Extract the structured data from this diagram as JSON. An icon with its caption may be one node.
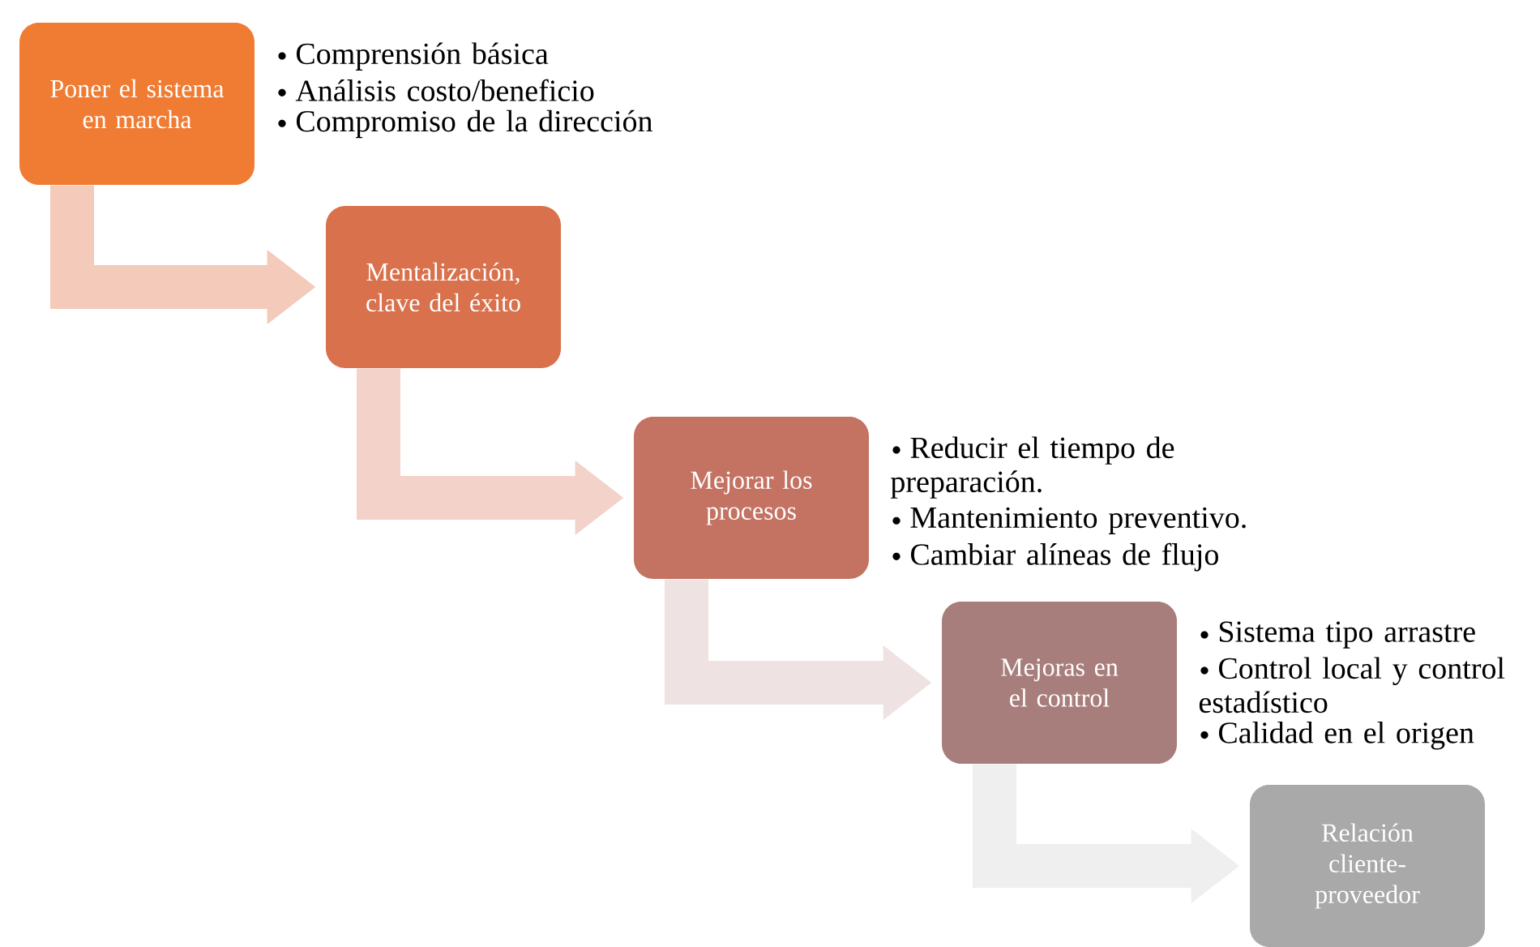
{
  "diagram": {
    "nodes": [
      {
        "text": [
          "Poner el sistema en marcha"
        ],
        "beside": [
          "Comprensión básica",
          "Análisis costo/beneficio",
          "Compromiso de la dirección"
        ]
      },
      {
        "text": [
          "Mentalización, clave del éxito"
        ]
      },
      {
        "text": [
          "Mejorar los procesos"
        ],
        "beside": [
          "Reducir el tiempo de preparación.",
          "Mantenimiento preventivo.",
          "Cambiar alíneas de flujo"
        ]
      },
      {
        "text": [
          "Mejoras en el control"
        ],
        "beside": [
          "Sistema tipo arrastre",
          "Control local y control estadístico",
          "Calidad en el origen"
        ]
      },
      {
        "text": [
          "Relación cliente-proveedor"
        ]
      }
    ],
    "edges": [
      {
        "from": 0,
        "to": 1,
        "arrow": "to",
        "color": "#f4cabb"
      },
      {
        "from": 1,
        "to": 2,
        "arrow": "to",
        "color": "#f3d2ca"
      },
      {
        "from": 2,
        "to": 3,
        "arrow": "to",
        "color": "#efe2e2"
      },
      {
        "from": 3,
        "to": 4,
        "arrow": "to",
        "color": "#efefef"
      }
    ]
  }
}
